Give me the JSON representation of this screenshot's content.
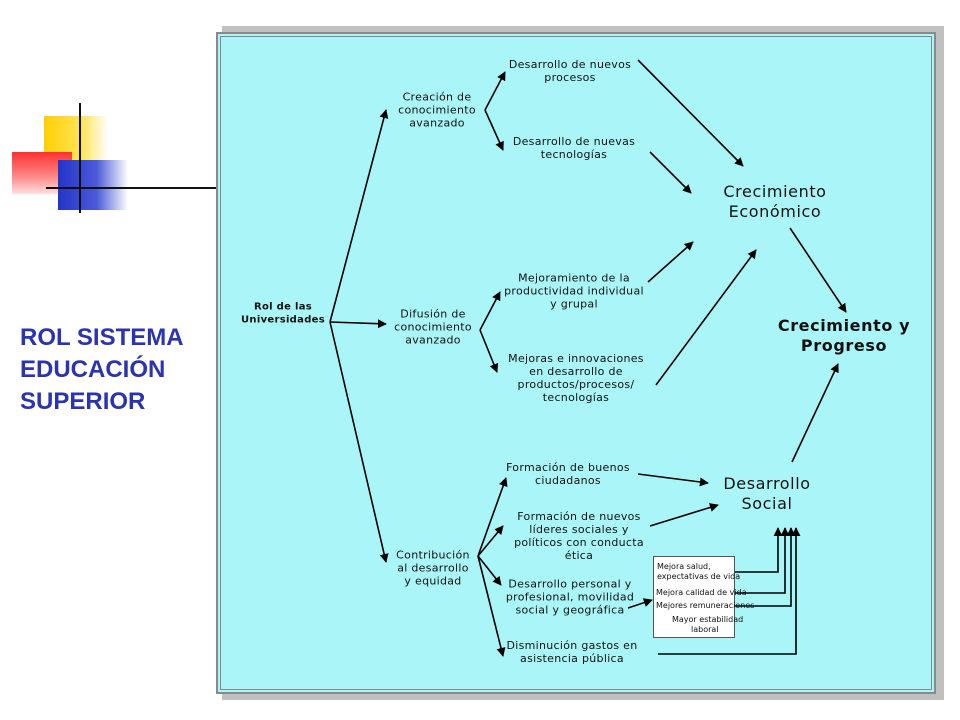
{
  "slide": {
    "side_title": [
      "ROL SISTEMA",
      "EDUCACIÓN",
      "SUPERIOR"
    ]
  },
  "diagram": {
    "root": [
      "Rol de las",
      "Universidades"
    ],
    "creacion": [
      "Creación de",
      "conocimiento",
      "avanzado"
    ],
    "difusion": [
      "Difusión de",
      "conocimiento",
      "avanzado"
    ],
    "contribucion": [
      "Contribución",
      "al desarrollo",
      "y equidad"
    ],
    "procesos": [
      "Desarrollo de nuevos",
      "procesos"
    ],
    "tecnologias": [
      "Desarrollo de nuevas",
      "tecnologías"
    ],
    "productividad": [
      "Mejoramiento de la",
      "productividad individual",
      "y grupal"
    ],
    "mejoras": [
      "Mejoras e innovaciones",
      "en desarrollo de",
      "productos/procesos/",
      "tecnologías"
    ],
    "ciudadanos": [
      "Formación de buenos",
      "ciudadanos"
    ],
    "lideres": [
      "Formación de nuevos",
      "líderes sociales y",
      "políticos con conducta",
      "ética"
    ],
    "personal": [
      "Desarrollo personal y",
      "profesional, movilidad",
      "social y geográfica"
    ],
    "gastos": [
      "Disminución gastos en",
      "asistencia pública"
    ],
    "economico": [
      "Crecimiento",
      "Económico"
    ],
    "progreso": [
      "Crecimiento y",
      "Progreso"
    ],
    "social": [
      "Desarrollo",
      "Social"
    ],
    "benefits": [
      "Mejora salud,",
      "expectativas de vida",
      "Mejora calidad de vida",
      "Mejores remuneraciones",
      "Mayor estabilidad",
      "laboral"
    ]
  }
}
